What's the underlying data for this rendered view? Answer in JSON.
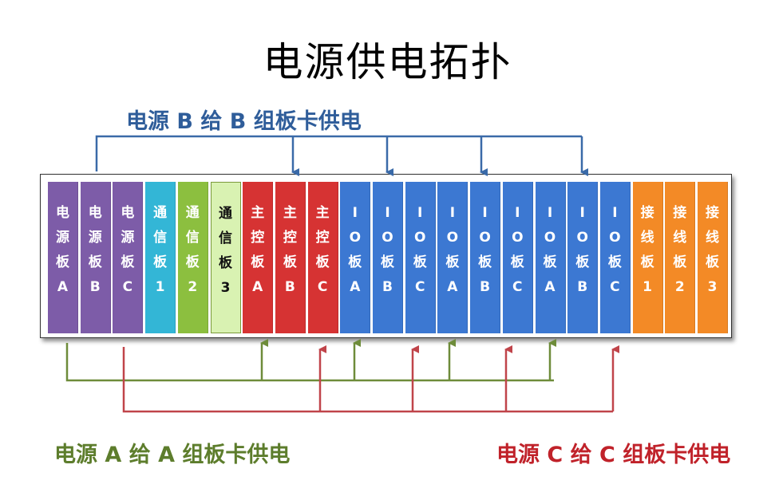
{
  "title": "电源供电拓扑",
  "captions": {
    "b": "电源 B 给 B 组板卡供电",
    "a": "电源 A 给 A 组板卡供电",
    "c": "电源 C 给 C 组板卡供电"
  },
  "colors": {
    "power_a": "#6e8c3a",
    "power_b": "#3a6aa8",
    "power_c": "#c0444a",
    "power_card": "#7d5ca8",
    "comm_card_1": "#33b6d6",
    "comm_card_2": "#8cbf3f",
    "comm_card_3": "#d9f2b2",
    "main_card": "#d63333",
    "io_card": "#3c78d2",
    "wiring_card": "#f38a26"
  },
  "cards": [
    {
      "type": "power",
      "label": [
        "电",
        "源",
        "板",
        "A"
      ]
    },
    {
      "type": "power",
      "label": [
        "电",
        "源",
        "板",
        "B"
      ]
    },
    {
      "type": "power",
      "label": [
        "电",
        "源",
        "板",
        "C"
      ]
    },
    {
      "type": "comm1",
      "label": [
        "通",
        "信",
        "板",
        "1"
      ]
    },
    {
      "type": "comm2",
      "label": [
        "通",
        "信",
        "板",
        "2"
      ]
    },
    {
      "type": "comm3",
      "label": [
        "通",
        "信",
        "板",
        "3"
      ]
    },
    {
      "type": "main",
      "label": [
        "主",
        "控",
        "板",
        "A"
      ]
    },
    {
      "type": "main",
      "label": [
        "主",
        "控",
        "板",
        "B"
      ]
    },
    {
      "type": "main",
      "label": [
        "主",
        "控",
        "板",
        "C"
      ]
    },
    {
      "type": "io",
      "label": [
        "I",
        "O",
        "板",
        "A"
      ]
    },
    {
      "type": "io",
      "label": [
        "I",
        "O",
        "板",
        "B"
      ]
    },
    {
      "type": "io",
      "label": [
        "I",
        "O",
        "板",
        "C"
      ]
    },
    {
      "type": "io",
      "label": [
        "I",
        "O",
        "板",
        "A"
      ]
    },
    {
      "type": "io",
      "label": [
        "I",
        "O",
        "板",
        "B"
      ]
    },
    {
      "type": "io",
      "label": [
        "I",
        "O",
        "板",
        "C"
      ]
    },
    {
      "type": "io",
      "label": [
        "I",
        "O",
        "板",
        "A"
      ]
    },
    {
      "type": "io",
      "label": [
        "I",
        "O",
        "板",
        "B"
      ]
    },
    {
      "type": "io",
      "label": [
        "I",
        "O",
        "板",
        "C"
      ]
    },
    {
      "type": "wiring",
      "label": [
        "接",
        "线",
        "板",
        "1"
      ]
    },
    {
      "type": "wiring",
      "label": [
        "接",
        "线",
        "板",
        "2"
      ]
    },
    {
      "type": "wiring",
      "label": [
        "接",
        "线",
        "板",
        "3"
      ]
    }
  ]
}
